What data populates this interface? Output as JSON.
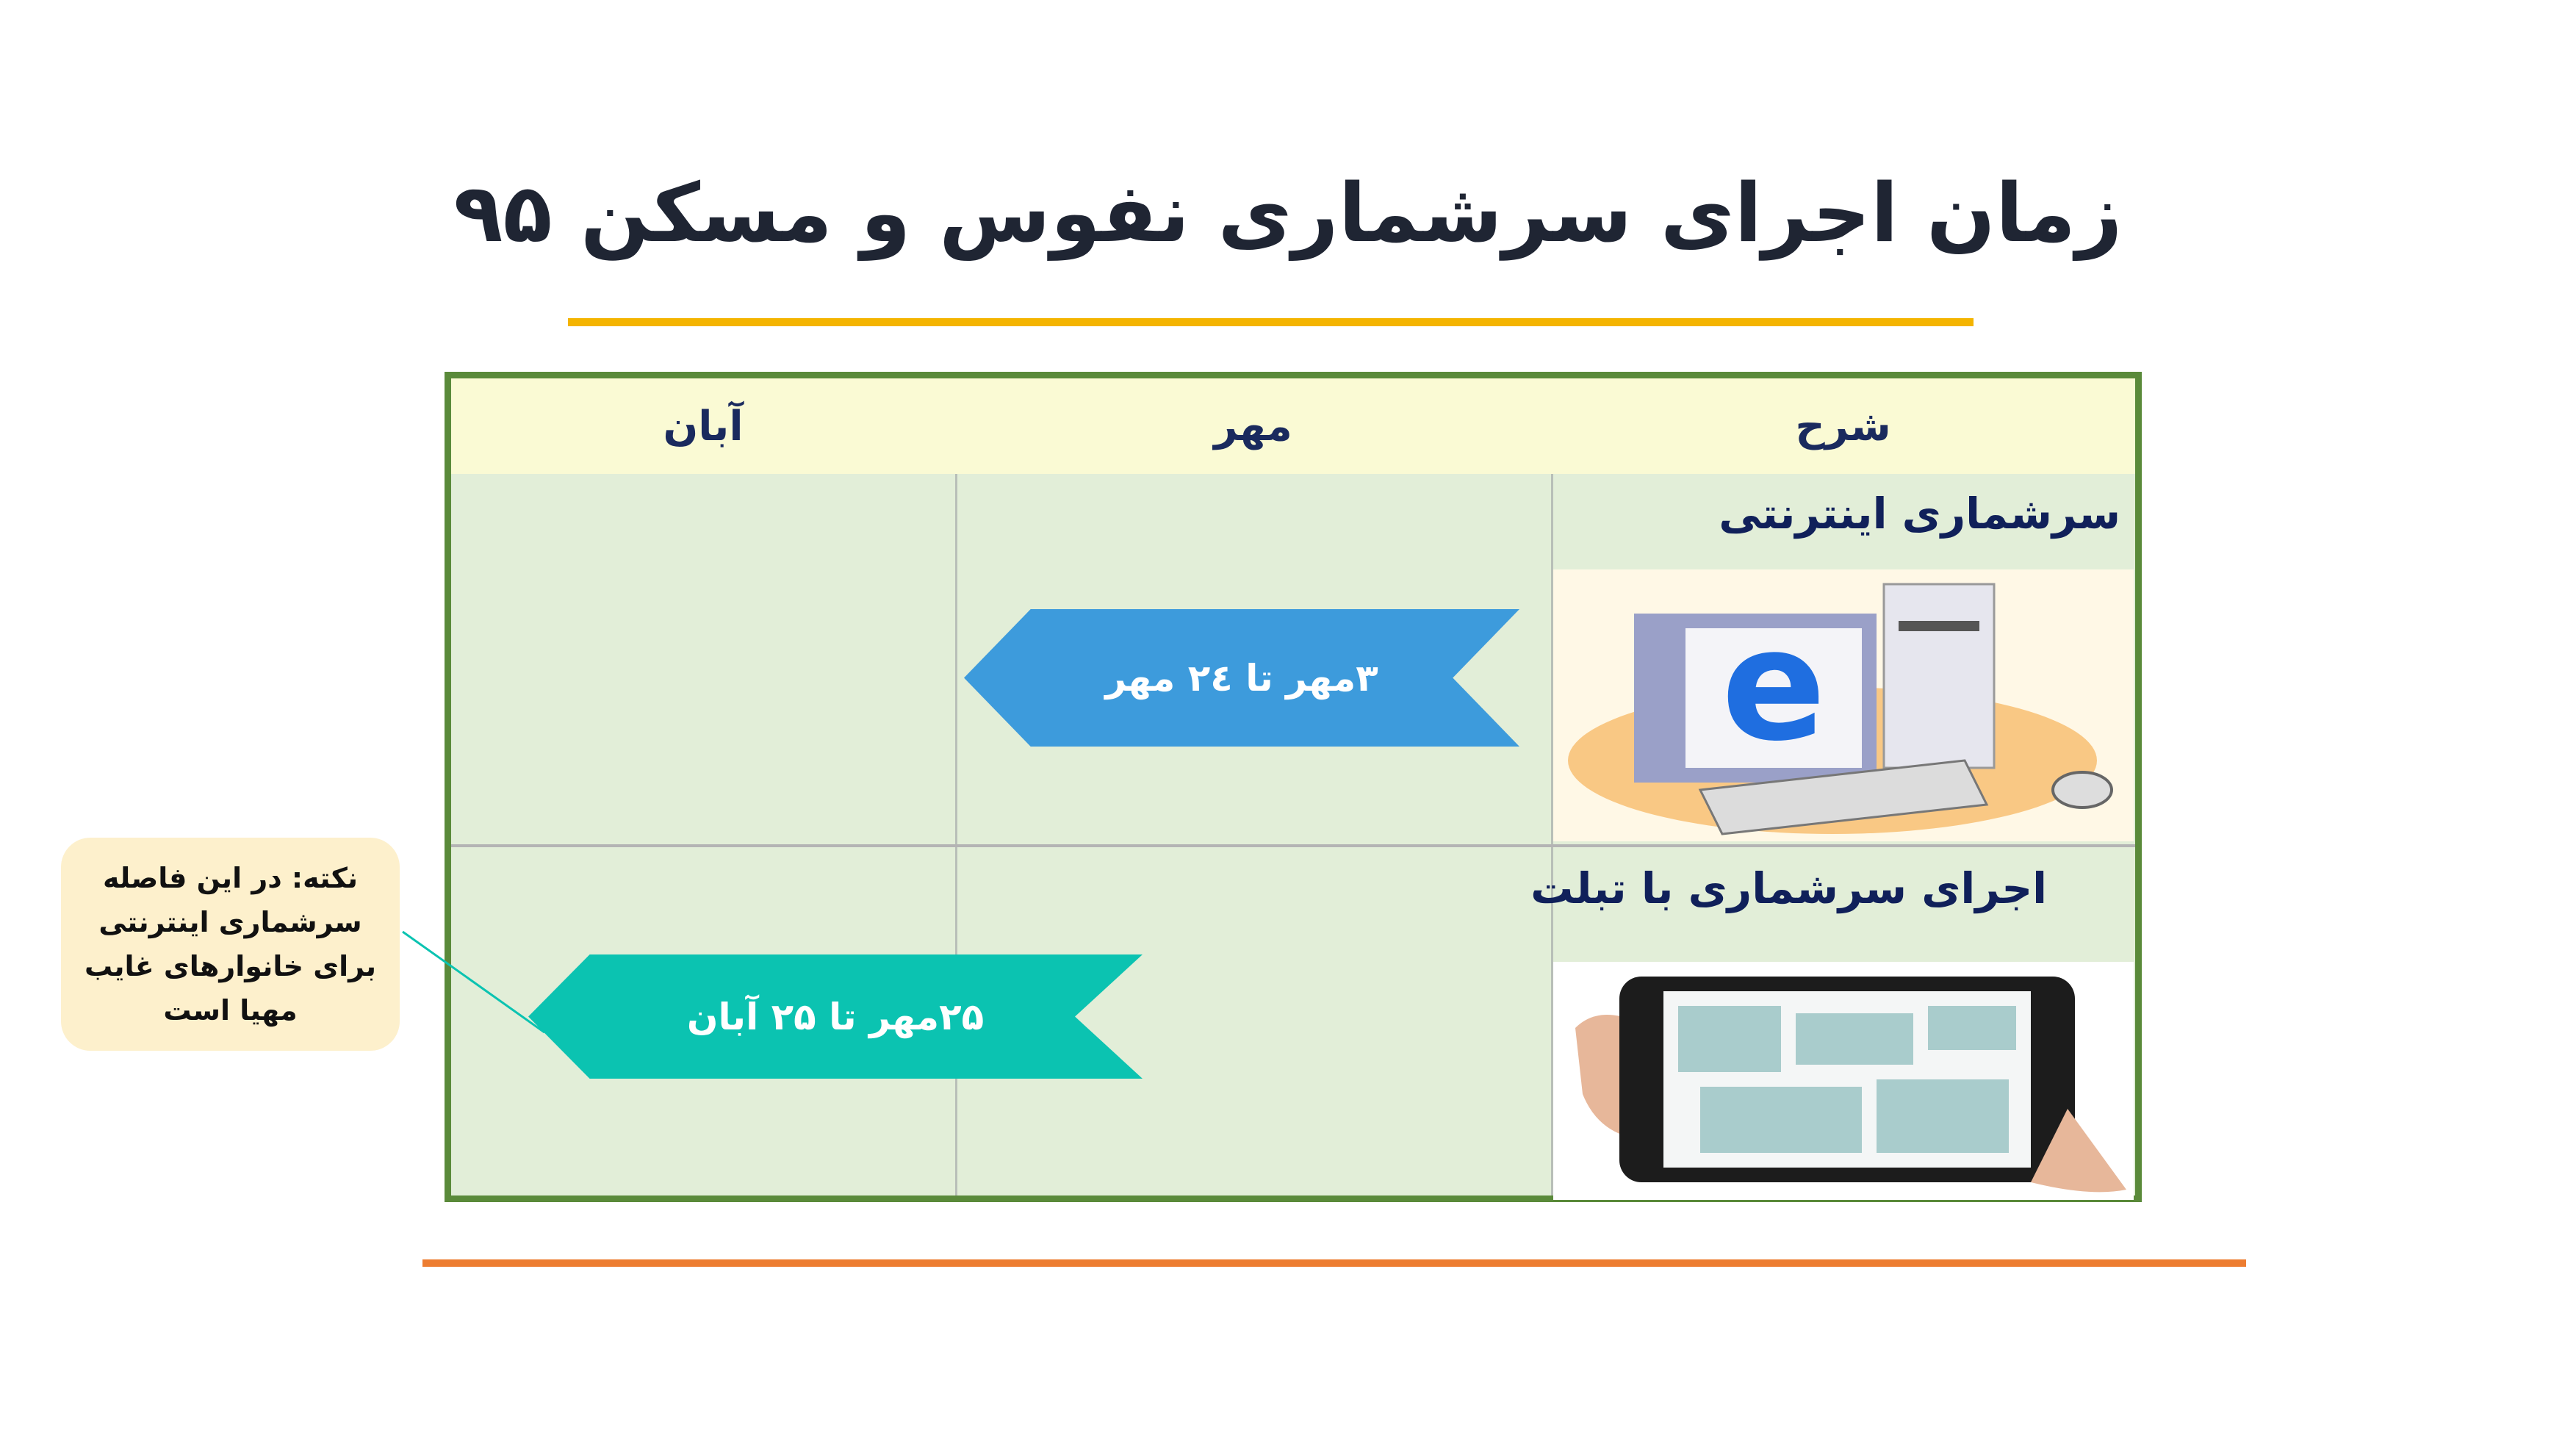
{
  "title": "زمان اجرای سرشماری نفوس و مسکن ۹۵",
  "table": {
    "headers": {
      "description": "شرح",
      "mehr": "مهر",
      "aban": "آبان"
    },
    "rows": [
      {
        "label": "سرشماری اینترنتی",
        "image": "computer-internet-explorer",
        "period": "۳مهر تا ۲٤ مهر"
      },
      {
        "label": "اجرای سرشماری با تبلت",
        "image": "tablet-map",
        "period": "۲۵مهر تا ۲۵ آبان"
      }
    ]
  },
  "callout": {
    "lines": [
      "نکته: در این فاصله",
      "سرشماری اینترنتی",
      "برای خانوارهای غایب",
      "مهیا است"
    ]
  },
  "colors": {
    "accent_yellow": "#f4b400",
    "accent_orange": "#ed7d31",
    "table_border": "#5a8a3a",
    "arrow_blue": "#3d9bdc",
    "arrow_teal": "#0bc3b1",
    "callout_bg": "#fdf0cc"
  }
}
